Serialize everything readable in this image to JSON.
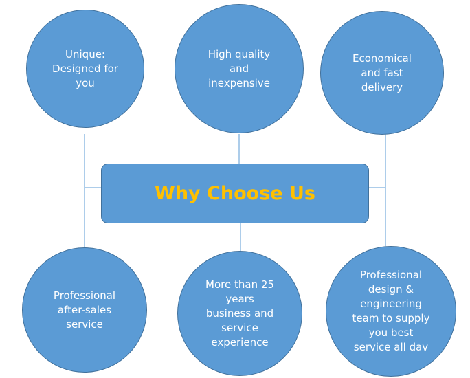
{
  "center": {
    "title": "Why Choose Us"
  },
  "top_nodes": [
    {
      "lines": [
        "Unique:",
        "Designed for",
        "you"
      ]
    },
    {
      "lines": [
        "High quality",
        "and",
        "inexpensive"
      ]
    },
    {
      "lines": [
        "Economical",
        "and fast",
        "delivery"
      ]
    }
  ],
  "bottom_nodes": [
    {
      "lines": [
        "Professional",
        "after-sales",
        "service"
      ]
    },
    {
      "lines": [
        "More than 25",
        "years",
        "business and",
        "service",
        "experience"
      ]
    },
    {
      "lines": [
        "Professional",
        "design &",
        "engineering",
        "team to supply",
        "you best",
        "service all dav"
      ]
    }
  ],
  "colors": {
    "fill": "#5b9bd5",
    "border": "#41719c",
    "title": "#ffc000",
    "text": "#ffffff"
  }
}
